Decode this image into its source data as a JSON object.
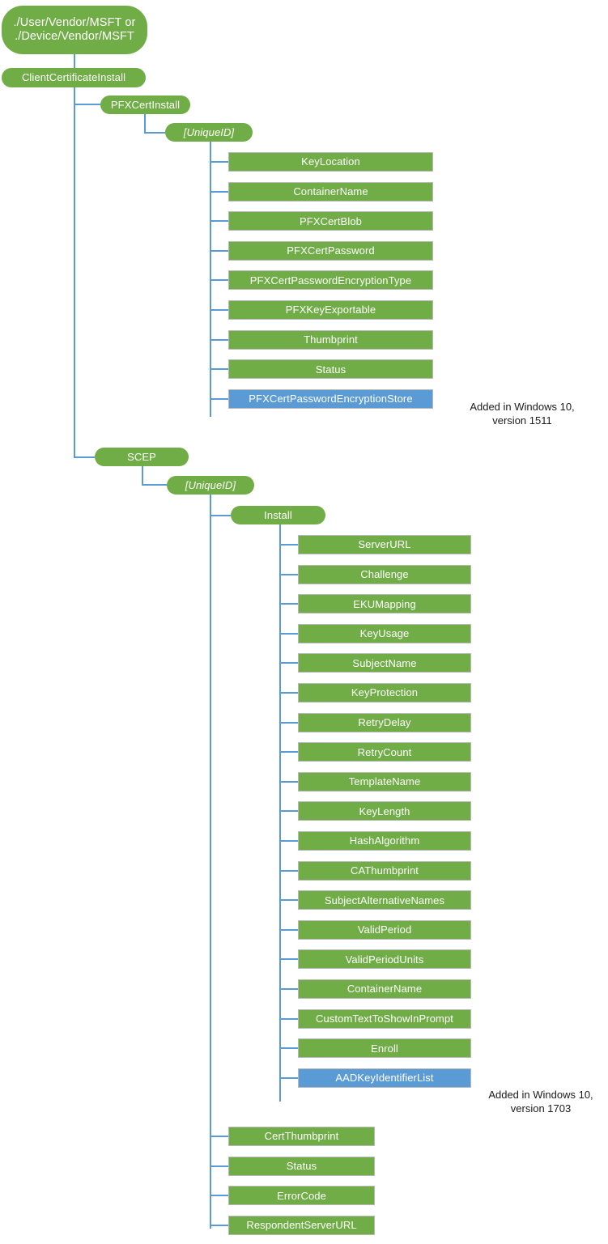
{
  "diagram": {
    "title": "ClientCertificateInstall CSP tree",
    "colors": {
      "node_green": "#70ad47",
      "node_blue": "#5b9bd5",
      "connector": "#5b9bd5",
      "leaf_border": "#b9b9b9",
      "node_text": "#ffffff",
      "note_text": "#1a1a1a",
      "background": "#ffffff"
    },
    "root": {
      "line1": "./User/Vendor/MSFT or",
      "line2": "./Device/Vendor/MSFT"
    },
    "branches": {
      "client_certificate_install": "ClientCertificateInstall",
      "pfx_cert_install": "PFXCertInstall",
      "pfx_unique_id": "[UniqueID]",
      "scep": "SCEP",
      "scep_unique_id": "[UniqueID]",
      "scep_install": "Install"
    },
    "pfx_leaves": [
      {
        "label": "KeyLocation",
        "highlight": false
      },
      {
        "label": "ContainerName",
        "highlight": false
      },
      {
        "label": "PFXCertBlob",
        "highlight": false
      },
      {
        "label": "PFXCertPassword",
        "highlight": false
      },
      {
        "label": "PFXCertPasswordEncryptionType",
        "highlight": false
      },
      {
        "label": "PFXKeyExportable",
        "highlight": false
      },
      {
        "label": "Thumbprint",
        "highlight": false
      },
      {
        "label": "Status",
        "highlight": false
      },
      {
        "label": "PFXCertPasswordEncryptionStore",
        "highlight": true
      }
    ],
    "scep_install_leaves": [
      {
        "label": "ServerURL",
        "highlight": false
      },
      {
        "label": "Challenge",
        "highlight": false
      },
      {
        "label": "EKUMapping",
        "highlight": false
      },
      {
        "label": "KeyUsage",
        "highlight": false
      },
      {
        "label": "SubjectName",
        "highlight": false
      },
      {
        "label": "KeyProtection",
        "highlight": false
      },
      {
        "label": "RetryDelay",
        "highlight": false
      },
      {
        "label": "RetryCount",
        "highlight": false
      },
      {
        "label": "TemplateName",
        "highlight": false
      },
      {
        "label": "KeyLength",
        "highlight": false
      },
      {
        "label": "HashAlgorithm",
        "highlight": false
      },
      {
        "label": "CAThumbprint",
        "highlight": false
      },
      {
        "label": "SubjectAlternativeNames",
        "highlight": false
      },
      {
        "label": "ValidPeriod",
        "highlight": false
      },
      {
        "label": "ValidPeriodUnits",
        "highlight": false
      },
      {
        "label": "ContainerName",
        "highlight": false
      },
      {
        "label": "CustomTextToShowInPrompt",
        "highlight": false
      },
      {
        "label": "Enroll",
        "highlight": false
      },
      {
        "label": "AADKeyIdentifierList",
        "highlight": true
      }
    ],
    "scep_leaves": [
      {
        "label": "CertThumbprint",
        "highlight": false
      },
      {
        "label": "Status",
        "highlight": false
      },
      {
        "label": "ErrorCode",
        "highlight": false
      },
      {
        "label": "RespondentServerURL",
        "highlight": false
      }
    ],
    "notes": {
      "pfx_note_line1": "Added in Windows 10,",
      "pfx_note_line2": "version 1511",
      "scep_note_line1": "Added in Windows 10,",
      "scep_note_line2": "version 1703"
    }
  }
}
